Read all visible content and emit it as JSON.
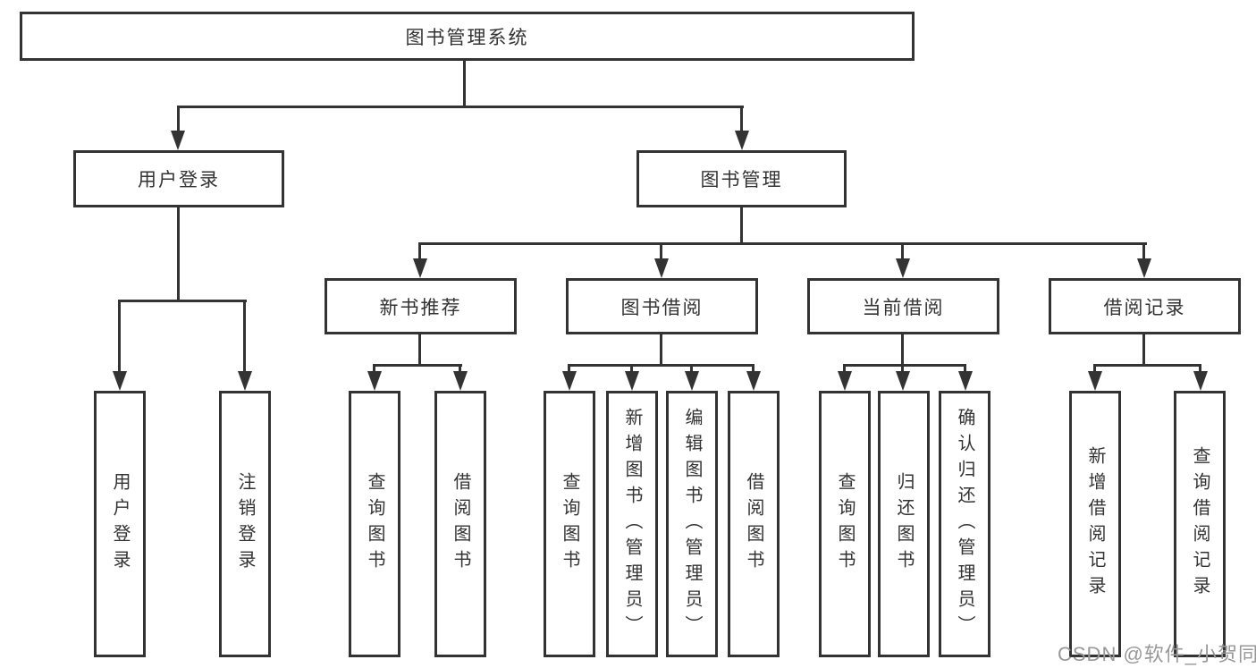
{
  "colors": {
    "line": "#333333",
    "text": "#333333",
    "box_background": "#ffffff",
    "page_background": "#ffffff",
    "watermark": "#989898"
  },
  "watermark": {
    "text": "CSDN @软件_小贺同学"
  },
  "diagram": {
    "nodes": {
      "root": {
        "label": "图书管理系统"
      },
      "user_login": {
        "label": "用户登录"
      },
      "book_mgmt": {
        "label": "图书管理"
      },
      "new_book_rec": {
        "label": "新书推荐"
      },
      "book_borrow": {
        "label": "图书借阅"
      },
      "current_borrow": {
        "label": "当前借阅"
      },
      "borrow_records": {
        "label": "借阅记录"
      },
      "ul_user_login": {
        "label": "用户登录"
      },
      "ul_logout": {
        "label": "注销登录"
      },
      "nb_query_book": {
        "label": "查询图书"
      },
      "nb_borrow_book": {
        "label": "借阅图书"
      },
      "bb_query_book": {
        "label": "查询图书"
      },
      "bb_add_book": {
        "label": "新增图书（管理员）"
      },
      "bb_edit_book": {
        "label": "编辑图书（管理员）"
      },
      "bb_borrow_book": {
        "label": "借阅图书"
      },
      "cb_query_book": {
        "label": "查询图书"
      },
      "cb_return_book": {
        "label": "归还图书"
      },
      "cb_confirm_return": {
        "label": "确认归还（管理员）"
      },
      "br_add_record": {
        "label": "新增借阅记录"
      },
      "br_query_record": {
        "label": "查询借阅记录"
      }
    },
    "edges": [
      {
        "from": "root",
        "to": [
          "user_login",
          "book_mgmt"
        ]
      },
      {
        "from": "user_login",
        "to": [
          "ul_user_login",
          "ul_logout"
        ]
      },
      {
        "from": "book_mgmt",
        "to": [
          "new_book_rec",
          "book_borrow",
          "current_borrow",
          "borrow_records"
        ]
      },
      {
        "from": "new_book_rec",
        "to": [
          "nb_query_book",
          "nb_borrow_book"
        ]
      },
      {
        "from": "book_borrow",
        "to": [
          "bb_query_book",
          "bb_add_book",
          "bb_edit_book",
          "bb_borrow_book"
        ]
      },
      {
        "from": "current_borrow",
        "to": [
          "cb_query_book",
          "cb_return_book",
          "cb_confirm_return"
        ]
      },
      {
        "from": "borrow_records",
        "to": [
          "br_add_record",
          "br_query_record"
        ]
      }
    ]
  }
}
